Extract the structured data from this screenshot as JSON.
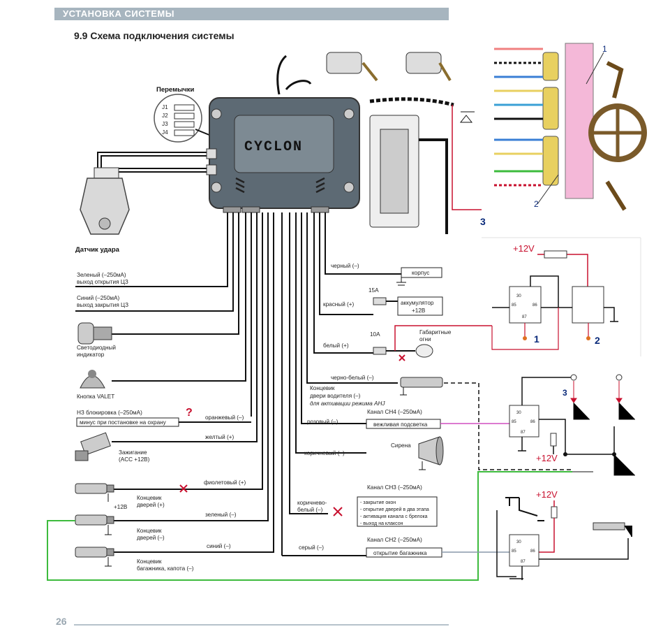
{
  "header": {
    "title": "УСТАНОВКА СИСТЕМЫ"
  },
  "section_title": "9.9 Схема подключения системы",
  "page_number": "26",
  "unit": {
    "brand": "CYCLON"
  },
  "jumpers": {
    "title": "Перемычки",
    "items": [
      "J1",
      "J2",
      "J3",
      "J4"
    ]
  },
  "left_components": {
    "shock_sensor": "Датчик удара",
    "green_out": [
      "Зеленый (–250мА)",
      "выход открытия ЦЗ"
    ],
    "blue_out": [
      "Синий (–250мА)",
      "выход закрытия ЦЗ"
    ],
    "led": [
      "Светодиодный",
      "индикатор"
    ],
    "valet": "Кнопка VALET",
    "nz_block": "НЗ блокировка (–250мА)",
    "nz_box": "минус при постановке на охрану",
    "orange": "оранжевый (–)",
    "yellow": "желтый (+)",
    "ignition": [
      "Зажигание",
      "(ACC +12В)"
    ],
    "violet": "фиолетовый (+)",
    "door_sw1": [
      "Концевик",
      "дверей (+)"
    ],
    "plus12": "+12В",
    "green": "зеленый (–)",
    "door_sw2": [
      "Концевик",
      "дверей (–)"
    ],
    "blue": "синий (–)",
    "trunk_sw": [
      "Концевик",
      "багажника, капота (–)"
    ]
  },
  "right_wires": {
    "black": "черный (–)",
    "body": "корпус",
    "fuse15": "15А",
    "red": "красный (+)",
    "battery": [
      "аккумулятор",
      "+12В"
    ],
    "fuse10": "10А",
    "white": "белый (+)",
    "parking": [
      "Габаритные",
      "огни"
    ],
    "black_white": "черно-белый (–)",
    "driver_sw": [
      "Концевик",
      "двери водителя (–)",
      "для активации режима АНЈ"
    ],
    "ch4": "Канал CH4 (–250мА)",
    "pink": "розовый (–)",
    "courtesy": "вежливая подсветка",
    "siren": "Сирена",
    "brown": "коричневый (–)",
    "ch3": "Канал CH3 (–250мА)",
    "brown_white": [
      "коричнево-",
      "белый (–)"
    ],
    "ch3_items": [
      "- закрытие окон",
      "- открытие дверей в два этапа",
      "- активация канала с брелока",
      "- выход на клаксон"
    ],
    "ch2": "Канал CH2 (–250мА)",
    "grey": "серый (–)",
    "trunk_open": "открытие багажника"
  },
  "annotations": {
    "q": "?",
    "plus12v": "+12V",
    "n1": "1",
    "n2": "2",
    "n3": "3",
    "relay_pins": [
      "30",
      "85",
      "86",
      "87"
    ]
  },
  "colors": {
    "accent_red": "#c8102e",
    "pink": "#f4b8d8",
    "green": "#3dbb3d",
    "header": "#a7b5bf"
  }
}
